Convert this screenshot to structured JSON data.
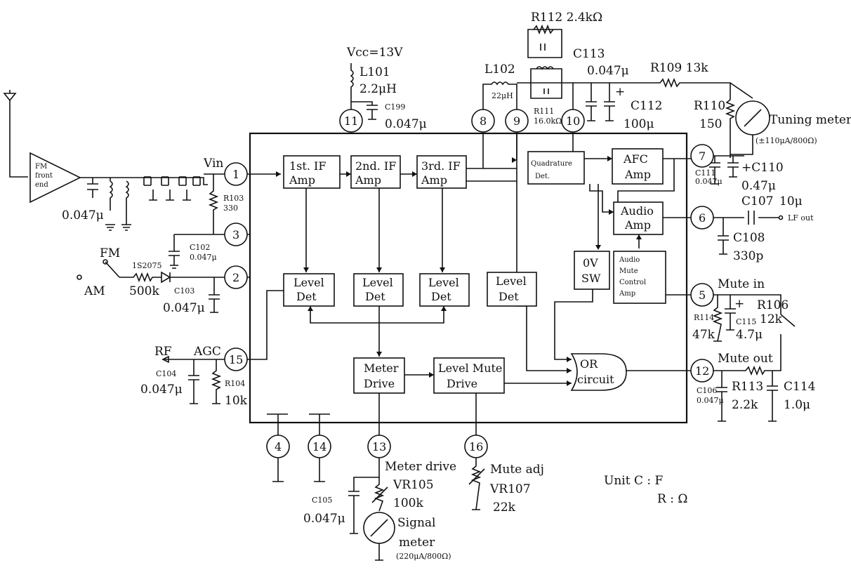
{
  "blocks": {
    "if1": [
      "1st. IF",
      "Amp"
    ],
    "if2": [
      "2nd. IF",
      "Amp"
    ],
    "if3": [
      "3rd. IF",
      "Amp"
    ],
    "quad": [
      "Quadrature",
      "Det."
    ],
    "afc": [
      "AFC",
      "Amp"
    ],
    "audio": [
      "Audio",
      "Amp"
    ],
    "amc": [
      "Audio",
      "Mute",
      "Control",
      "Amp"
    ],
    "ovsw": [
      "0V",
      "SW"
    ],
    "ld1": [
      "Level",
      "Det"
    ],
    "ld2": [
      "Level",
      "Det"
    ],
    "ld3": [
      "Level",
      "Det"
    ],
    "ld4": [
      "Level",
      "Det"
    ],
    "or": [
      "OR",
      "circuit"
    ],
    "meter": [
      "Meter",
      "Drive"
    ],
    "lmute": [
      "Level Mute",
      "Drive"
    ],
    "frontend": [
      "FM",
      "front",
      "end"
    ]
  },
  "pins": [
    "1",
    "2",
    "3",
    "4",
    "5",
    "6",
    "7",
    "8",
    "9",
    "10",
    "11",
    "12",
    "13",
    "14",
    "15",
    "16"
  ],
  "labels": {
    "vcc": "Vcc=13V",
    "l101": "L101",
    "l101_val": "2.2μH",
    "c199": "C199",
    "c199_val": "0.047μ",
    "l102": "L102",
    "l102_val": "22μH",
    "r112": "R112 2.4kΩ",
    "c113": "C113",
    "c113_val": "0.047μ",
    "r111": "R111",
    "r111_val": "16.0kΩ",
    "r109": "R109 13k",
    "c112": "C112",
    "c112_val": "100μ",
    "r110": "R110",
    "r110_val": "150",
    "tuning_meter": "Tuning meter",
    "tuning_meter_spec": "(±110μA/800Ω)",
    "c110": "+C110",
    "c110_val": "0.47μ",
    "c111": "C111",
    "c111_val": "0.047μ",
    "c107": "C107",
    "c107_val": "10μ",
    "lf_out": "LF out",
    "c108": "C108",
    "c108_val": "330p",
    "mute_in": "Mute in",
    "r106": "R106",
    "r106_val": "12k",
    "r114": "R114",
    "r114_val": "47k",
    "c115": "C115",
    "c115_val": "4.7μ",
    "mute_out": "Mute out",
    "c106": "C106",
    "c106_val": "0.047μ",
    "r113": "R113",
    "r113_val": "2.2k",
    "c114": "C114",
    "c114_val": "1.0μ",
    "vin": "Vin",
    "r103": "R103",
    "r103_val": "330",
    "c102": "C102",
    "c102_val": "0.047μ",
    "fm": "FM",
    "am": "AM",
    "diode": "1S2075",
    "r500k": "500k",
    "c103": "C103",
    "c103_val": "0.047μ",
    "fe_cap": "0.047μ",
    "rf": "RF",
    "agc": "AGC",
    "c104": "C104",
    "c104_val": "0.047μ",
    "r104": "R104",
    "r104_val": "10k",
    "meter_drive": "Meter drive",
    "vr105": "VR105",
    "vr105_val": "100k",
    "c105": "C105",
    "c105_val": "0.047μ",
    "signal_meter": "Signal",
    "signal_meter2": "meter",
    "signal_meter_spec": "(220μA/800Ω)",
    "mute_adj": "Mute adj",
    "vr107": "VR107",
    "vr107_val": "22k",
    "unit1": "Unit C : F",
    "unit2": "R : Ω"
  }
}
